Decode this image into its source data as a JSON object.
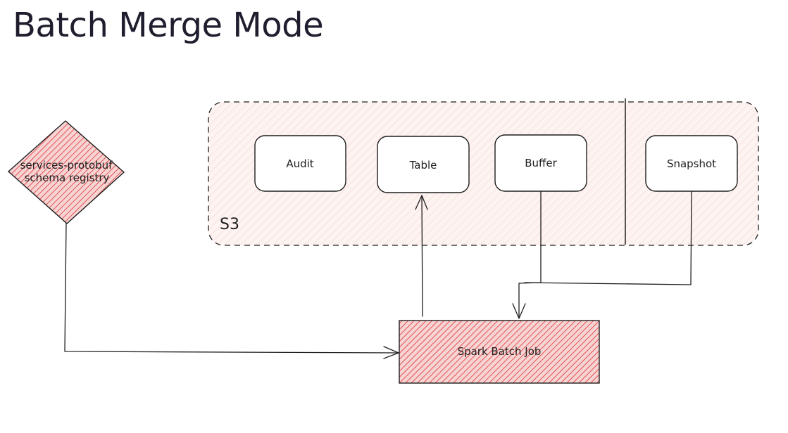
{
  "title": "Batch Merge Mode",
  "diagram": {
    "registry": {
      "line1": "services-protobuf",
      "line2": "schema registry"
    },
    "s3_label": "S3",
    "boxes": {
      "audit": "Audit",
      "table": "Table",
      "buffer": "Buffer",
      "snapshot": "Snapshot"
    },
    "job": "Spark Batch Job",
    "colors": {
      "stroke": "#1e1e1e",
      "s3_fill": "#fbe9e7",
      "red_fill": "#e03131"
    }
  }
}
